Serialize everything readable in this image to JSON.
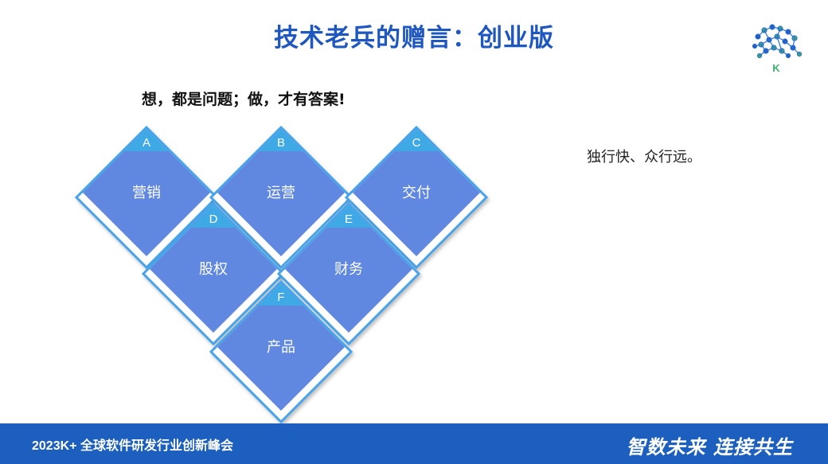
{
  "slide": {
    "title": "技术老兵的赠言：创业版",
    "subtitle": "想，都是问题；做，才有答案!",
    "side_text": "独行快、众行远。"
  },
  "diamonds": [
    {
      "tag": "A",
      "label": "营销"
    },
    {
      "tag": "B",
      "label": "运营"
    },
    {
      "tag": "C",
      "label": "交付"
    },
    {
      "tag": "D",
      "label": "股权"
    },
    {
      "tag": "E",
      "label": "财务"
    },
    {
      "tag": "F",
      "label": "产品"
    }
  ],
  "colors": {
    "title": "#1f57c0",
    "diamond_fill": "#6088e0",
    "tab_fill": "#3fa9e6",
    "border": "#4aa3e8",
    "footer": "#1d5fbf"
  },
  "footer": {
    "left_text": "2023K+ 全球软件研发行业创新峰会",
    "right_text": "智数未来 连接共生"
  },
  "logo": {
    "letter": "K",
    "icon": "brain-logo-icon"
  }
}
